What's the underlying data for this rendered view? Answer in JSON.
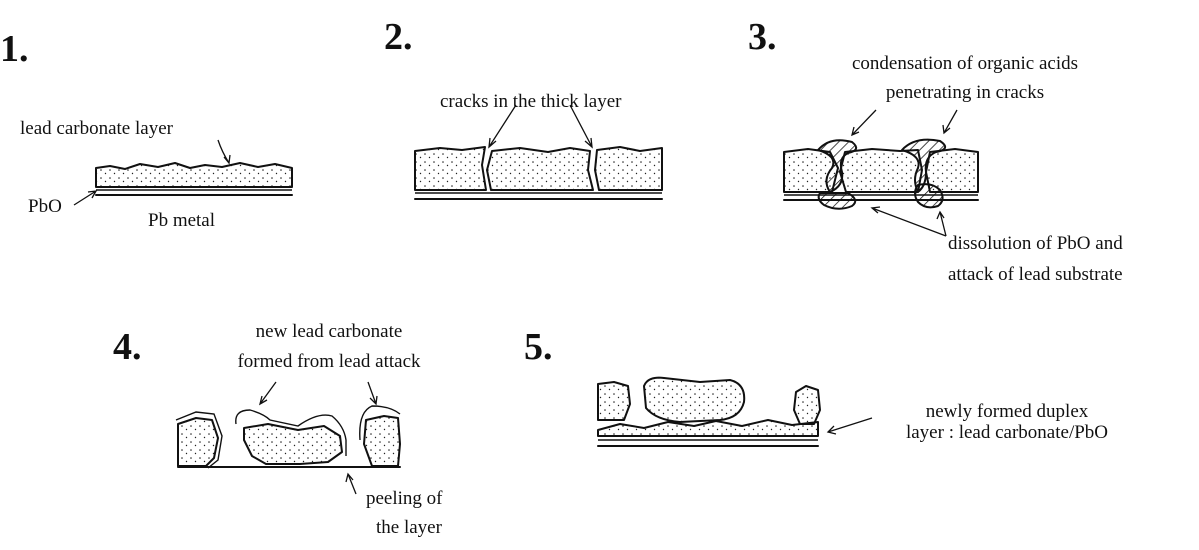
{
  "steps": [
    {
      "number": "1.",
      "labels": {
        "layer": "lead carbonate layer",
        "oxide": "PbO",
        "metal": "Pb metal"
      }
    },
    {
      "number": "2.",
      "labels": {
        "cracks": "cracks in the thick layer"
      }
    },
    {
      "number": "3.",
      "labels": {
        "condensation_line1": "condensation of organic acids",
        "condensation_line2": "penetrating in cracks",
        "dissolution_line1": "dissolution of PbO and",
        "dissolution_line2": "attack of lead substrate"
      }
    },
    {
      "number": "4.",
      "labels": {
        "new_carbonate_line1": "new lead carbonate",
        "new_carbonate_line2": "formed from lead attack",
        "peeling_line1": "peeling of",
        "peeling_line2": "the layer"
      }
    },
    {
      "number": "5.",
      "labels": {
        "duplex_line1": "newly formed duplex",
        "duplex_line2": "layer : lead carbonate/PbO"
      }
    }
  ],
  "colors": {
    "ink": "#111111",
    "background": "#ffffff"
  }
}
